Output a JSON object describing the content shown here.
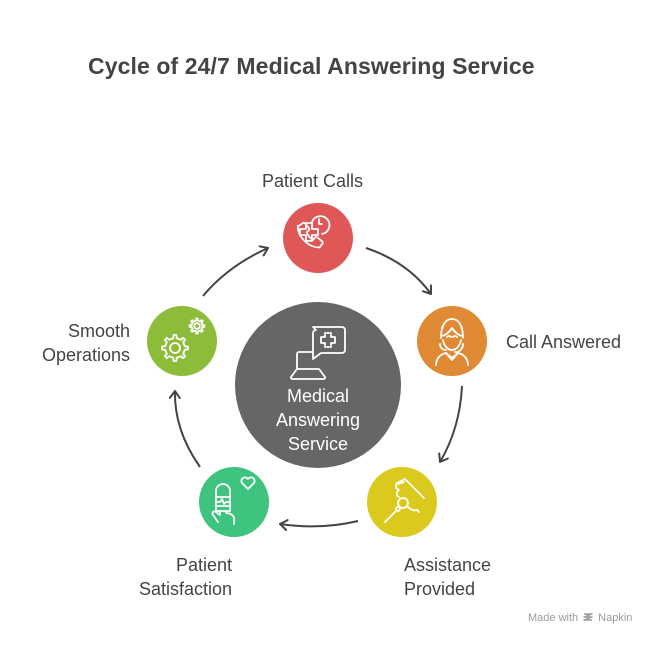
{
  "title": "Cycle of 24/7 Medical Answering Service",
  "center": {
    "label_lines": [
      "Medical",
      "Answering",
      "Service"
    ],
    "icon": "laptop-medical-chat-icon",
    "color": "#666666"
  },
  "steps": [
    {
      "id": "patient-calls",
      "label_lines": [
        "Patient Calls"
      ],
      "icon": "medical-phone-clock-icon",
      "color": "#E05757"
    },
    {
      "id": "call-answered",
      "label_lines": [
        "Call Answered"
      ],
      "icon": "operator-headset-icon",
      "color": "#E08A35"
    },
    {
      "id": "assistance-provided",
      "label_lines": [
        "Assistance",
        "Provided"
      ],
      "icon": "helping-hand-icon",
      "color": "#DCC91D"
    },
    {
      "id": "patient-satisfaction",
      "label_lines": [
        "Patient",
        "Satisfaction"
      ],
      "icon": "hand-heart-monitor-icon",
      "color": "#3FC47F"
    },
    {
      "id": "smooth-operations",
      "label_lines": [
        "Smooth",
        "Operations"
      ],
      "icon": "gears-icon",
      "color": "#8DBC3B"
    }
  ],
  "watermark": {
    "prefix": "Made with",
    "brand": "Napkin",
    "icon": "napkin-logo-icon"
  }
}
